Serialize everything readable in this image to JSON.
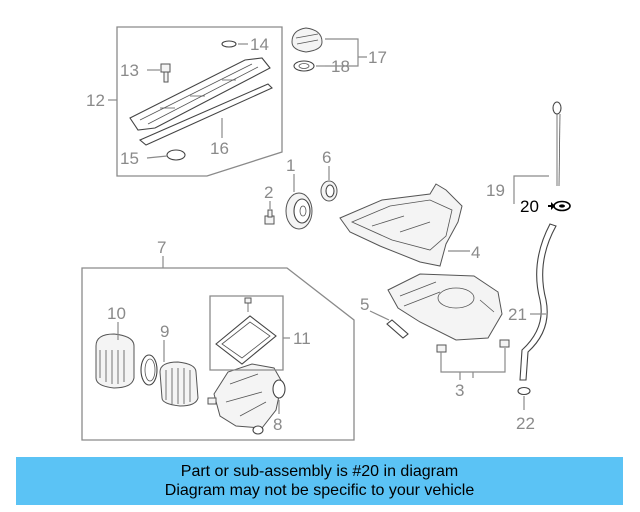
{
  "diagram": {
    "callouts": {
      "c1": "1",
      "c2": "2",
      "c3": "3",
      "c4": "4",
      "c5": "5",
      "c6": "6",
      "c7": "7",
      "c8": "8",
      "c9": "9",
      "c10": "10",
      "c11": "11",
      "c12": "12",
      "c13": "13",
      "c14": "14",
      "c15": "15",
      "c16": "16",
      "c17": "17",
      "c18": "18",
      "c19": "19",
      "c20": "20",
      "c21": "21",
      "c22": "22"
    },
    "highlighted_callout": "20",
    "colors": {
      "callout": "#8a8a8a",
      "highlight": "#000000",
      "banner": "#5bc3f5"
    }
  },
  "banner": {
    "line1": "Part or sub-assembly is #20 in diagram",
    "line2": "Diagram may not be specific to your vehicle"
  }
}
